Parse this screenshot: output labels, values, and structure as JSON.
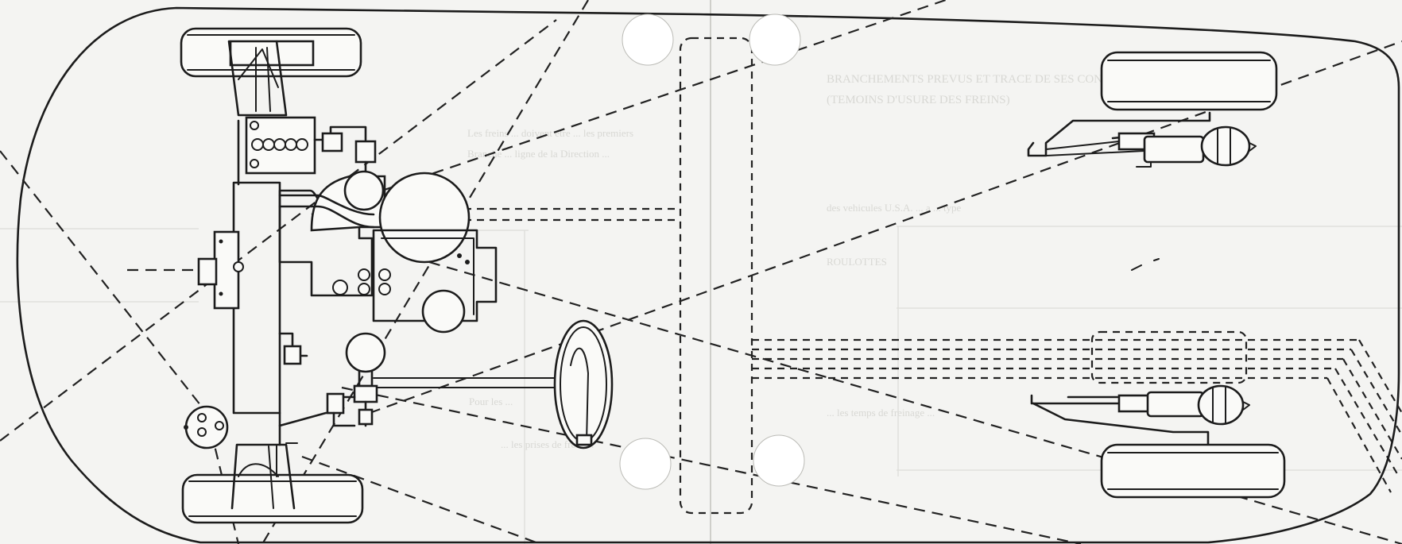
{
  "background_text": {
    "lines": [
      "BRANCHEMENTS PREVUS ET TRACE DE SES CONDUITES",
      "(TEMOINS D'USURE DES FREINS)",
      "Les freins ... doivent etre ... les premiers",
      "Branche ... ligne de la Direction ...",
      "des vehicules U.S.A. ... a ... type",
      "ROULOTTES",
      "Pour les ...",
      "... les temps de freinage ...",
      "... les prises de frein ..."
    ]
  },
  "colors": {
    "ink": "#1c1c1c",
    "paper": "#f4f4f2",
    "ghost_text": "#d8d8d4"
  }
}
